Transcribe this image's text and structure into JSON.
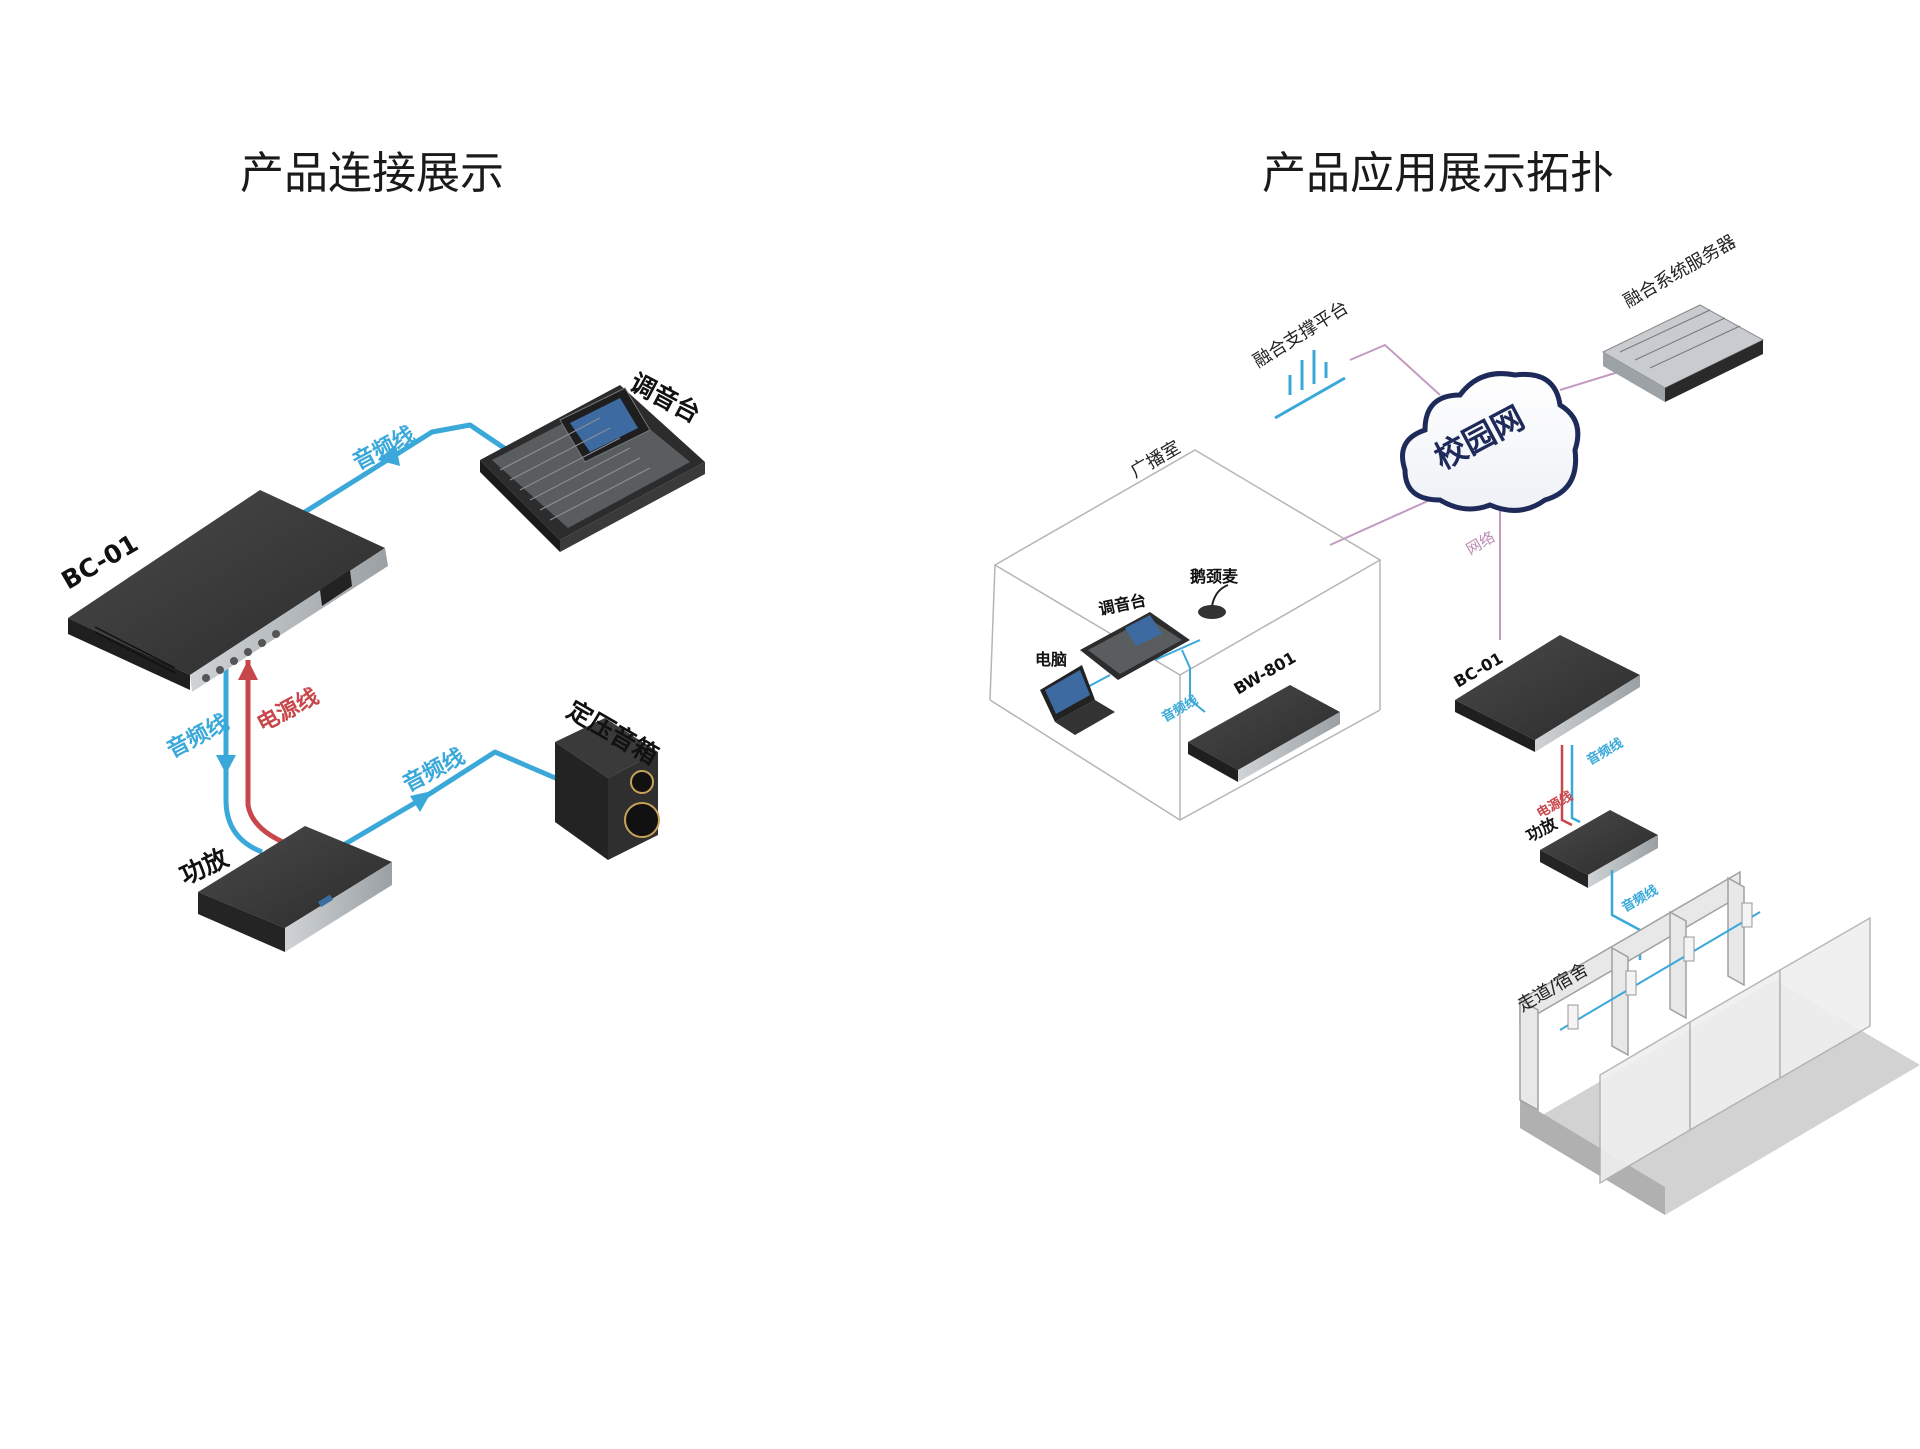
{
  "left": {
    "title": "产品连接展示",
    "devices": {
      "mixer": "调音台",
      "bc01": "BC-01",
      "amp": "功放",
      "speaker": "定压音箱"
    },
    "links": {
      "mixer_to_bc01": "音频线",
      "bc01_to_amp": "音频线",
      "power": "电源线",
      "amp_to_speaker": "音频线"
    }
  },
  "right": {
    "title": "产品应用展示拓扑",
    "cloud": "校园网",
    "platform": "融合支撑平台",
    "server": "融合系统服务器",
    "network_label": "网络",
    "room": {
      "name": "广播室",
      "computer": "电脑",
      "mixer": "调音台",
      "mic": "鹅颈麦",
      "bw801": "BW-801",
      "audio_line": "音频线"
    },
    "bc01": "BC-01",
    "power_line": "电源线",
    "audio_line_1": "音频线",
    "amp": "功放",
    "audio_line_2": "音频线",
    "corridor": "走道/宿舍"
  },
  "colors": {
    "audio": "#3aa9d9",
    "power": "#c8474a",
    "network": "#c49ac0"
  }
}
